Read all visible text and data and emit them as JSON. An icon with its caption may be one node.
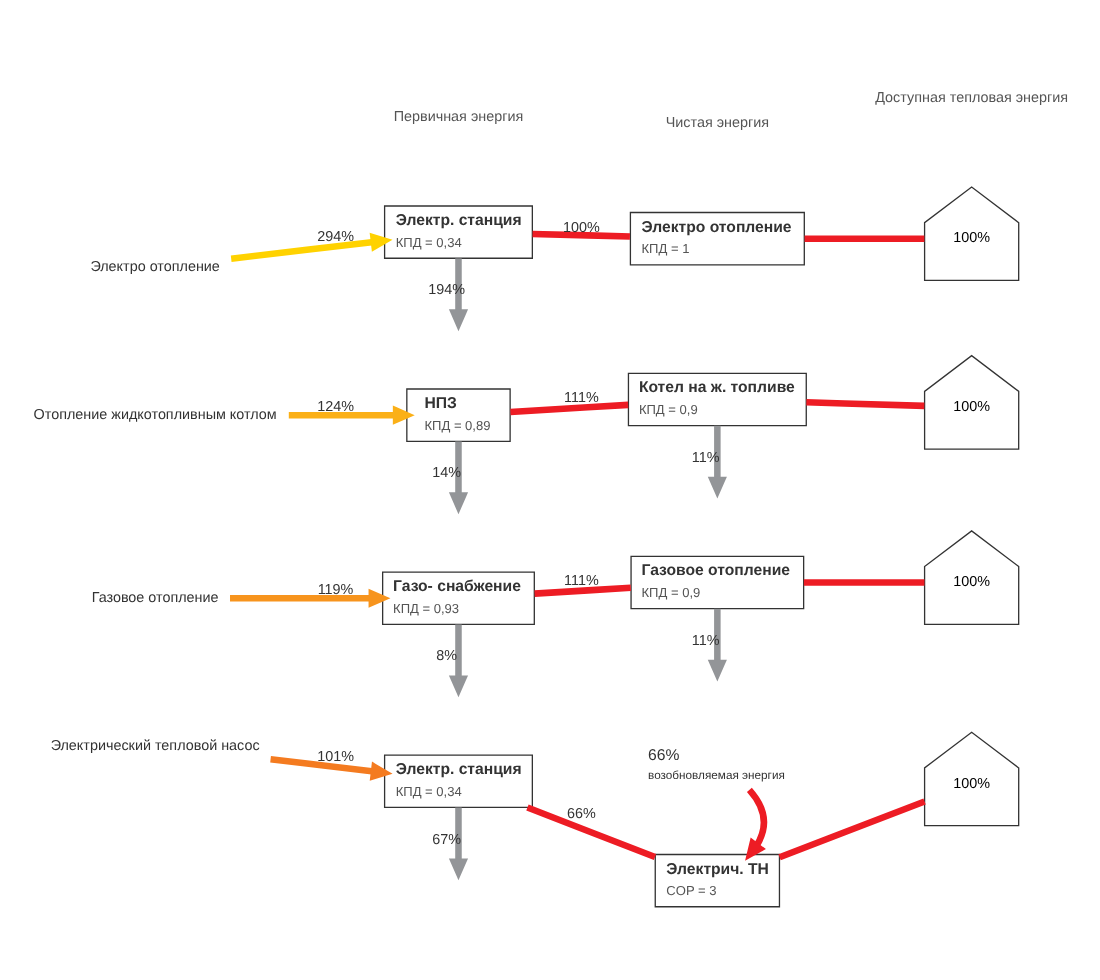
{
  "diagram": {
    "nodes": [
      {
        "text": [
          "Электро отопление"
        ]
      },
      {
        "text": [
          "Электр. станция",
          "КПД = 0,34"
        ]
      },
      {
        "text": [
          "Электро отопление",
          "КПД = 1"
        ]
      },
      {
        "text": [
          "100%"
        ]
      },
      {
        "text": [
          "Отопление жидкотопливным котлом"
        ]
      },
      {
        "text": [
          "НПЗ",
          "КПД = 0,89"
        ]
      },
      {
        "text": [
          "Котел на ж. топливе",
          "КПД = 0,9"
        ]
      },
      {
        "text": [
          "100%"
        ]
      },
      {
        "text": [
          "Газовое отопление"
        ]
      },
      {
        "text": [
          "Газо- снабжение",
          "КПД = 0,93"
        ]
      },
      {
        "text": [
          "Газовое отопление",
          "КПД = 0,9"
        ]
      },
      {
        "text": [
          "100%"
        ]
      },
      {
        "text": [
          "Электрический тепловой насос"
        ]
      },
      {
        "text": [
          "Электр. станция",
          "КПД = 0,34"
        ]
      },
      {
        "text": [
          "Электрич. ТН",
          "COP = 3"
        ]
      },
      {
        "text": [
          "100%"
        ]
      },
      {
        "text": [
          "66%",
          "возобновляемая энергия"
        ]
      }
    ],
    "edges": [
      {
        "from": 0,
        "to": 1,
        "arrow": "to",
        "label": "294%",
        "color": "#ffd200"
      },
      {
        "from": 1,
        "to": null,
        "arrow": "to",
        "label": "194%",
        "color": "#939598"
      },
      {
        "from": 1,
        "to": 2,
        "arrow": "none",
        "label": "100%",
        "color": "#ed1c24"
      },
      {
        "from": 2,
        "to": 3,
        "arrow": "none",
        "color": "#ed1c24"
      },
      {
        "from": 4,
        "to": 5,
        "arrow": "to",
        "label": "124%",
        "color": "#fbb017"
      },
      {
        "from": 5,
        "to": null,
        "arrow": "to",
        "label": "14%",
        "color": "#939598"
      },
      {
        "from": 5,
        "to": 6,
        "arrow": "none",
        "label": "111%",
        "color": "#ed1c24"
      },
      {
        "from": 6,
        "to": null,
        "arrow": "to",
        "label": "11%",
        "color": "#939598"
      },
      {
        "from": 6,
        "to": 7,
        "arrow": "none",
        "color": "#ed1c24"
      },
      {
        "from": 8,
        "to": 9,
        "arrow": "to",
        "label": "119%",
        "color": "#f7941d"
      },
      {
        "from": 9,
        "to": null,
        "arrow": "to",
        "label": "8%",
        "color": "#939598"
      },
      {
        "from": 9,
        "to": 10,
        "arrow": "none",
        "label": "111%",
        "color": "#ed1c24"
      },
      {
        "from": 10,
        "to": null,
        "arrow": "to",
        "label": "11%",
        "color": "#939598"
      },
      {
        "from": 10,
        "to": 11,
        "arrow": "none",
        "color": "#ed1c24"
      },
      {
        "from": 12,
        "to": 13,
        "arrow": "to",
        "label": "101%",
        "color": "#f47b20"
      },
      {
        "from": 13,
        "to": null,
        "arrow": "to",
        "label": "67%",
        "color": "#939598"
      },
      {
        "from": 13,
        "to": 14,
        "arrow": "none",
        "label": "66%",
        "color": "#ed1c24"
      },
      {
        "from": 14,
        "to": 15,
        "arrow": "none",
        "color": "#ed1c24"
      },
      {
        "from": 16,
        "to": 14,
        "arrow": "to",
        "color": "#ed1c24"
      }
    ],
    "labels": [
      "Первичная энергия",
      "Чистая энергия",
      "Доступная тепловая энергия"
    ]
  }
}
